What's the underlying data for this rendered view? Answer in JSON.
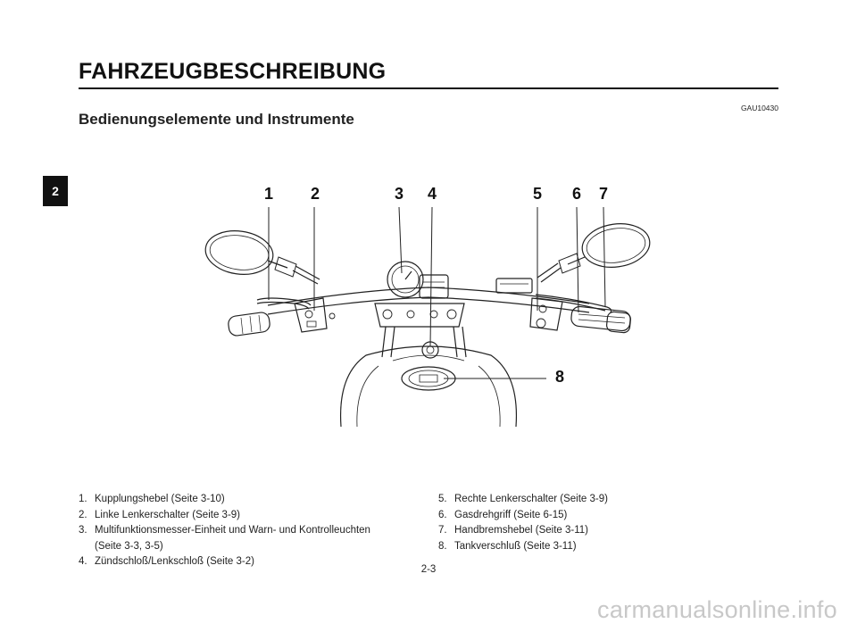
{
  "header": {
    "title": "FAHRZEUGBESCHREIBUNG",
    "code": "GAU10430",
    "subtitle": "Bedienungselemente und Instrumente"
  },
  "chapter_tab": "2",
  "callouts": [
    "1",
    "2",
    "3",
    "4",
    "5",
    "6",
    "7",
    "8"
  ],
  "legend": {
    "left": [
      {
        "num": "1.",
        "text": "Kupplungshebel (Seite 3-10)"
      },
      {
        "num": "2.",
        "text": "Linke Lenkerschalter (Seite 3-9)"
      },
      {
        "num": "3.",
        "text": "Multifunktionsmesser-Einheit und Warn- und Kontrolleuchten"
      },
      {
        "num": "",
        "text": "(Seite 3-3, 3-5)"
      },
      {
        "num": "4.",
        "text": "Zündschloß/Lenkschloß (Seite 3-2)"
      }
    ],
    "right": [
      {
        "num": "5.",
        "text": "Rechte Lenkerschalter (Seite 3-9)"
      },
      {
        "num": "6.",
        "text": "Gasdrehgriff (Seite 6-15)"
      },
      {
        "num": "7.",
        "text": "Handbremshebel (Seite 3-11)"
      },
      {
        "num": "8.",
        "text": "Tankverschluß (Seite 3-11)"
      }
    ]
  },
  "page_number": "2-3",
  "watermark": "carmanualsonline.info"
}
